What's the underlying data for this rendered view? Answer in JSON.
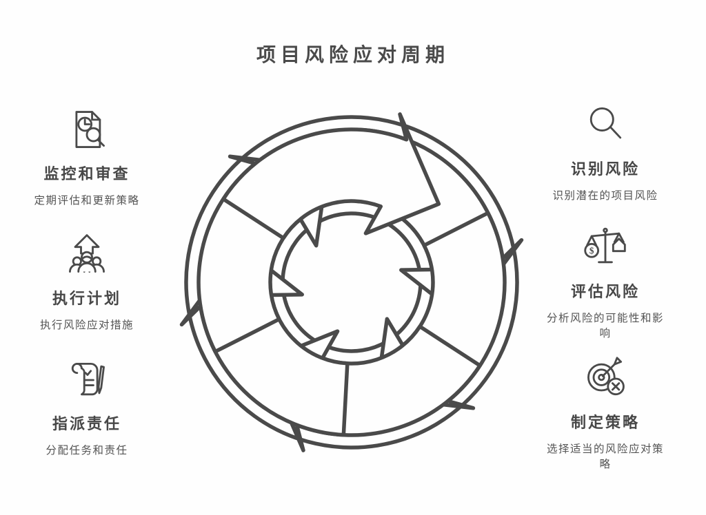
{
  "page": {
    "title": "项目风险应对周期",
    "background_color": "#ffffff",
    "ink_color": "#4a4a4a"
  },
  "diagram": {
    "type": "cycle",
    "name": "circular-arrows-cycle",
    "segments": 6,
    "direction": "clockwise"
  },
  "left_items": [
    {
      "icon": "document-clock-magnifier-icon",
      "title": "监控和审查",
      "description": "定期评估和更新策略"
    },
    {
      "icon": "team-up-arrow-icon",
      "title": "执行计划",
      "description": "执行风险应对措施"
    },
    {
      "icon": "scroll-checklist-pen-icon",
      "title": "指派责任",
      "description": "分配任务和责任"
    }
  ],
  "right_items": [
    {
      "icon": "magnifier-icon",
      "title": "识别风险",
      "description": "识别潜在的项目风险"
    },
    {
      "icon": "balance-scale-icon",
      "title": "评估风险",
      "description": "分析风险的可能性和影响"
    },
    {
      "icon": "target-dart-x-icon",
      "title": "制定策略",
      "description": "选择适当的风险应对策略"
    }
  ]
}
